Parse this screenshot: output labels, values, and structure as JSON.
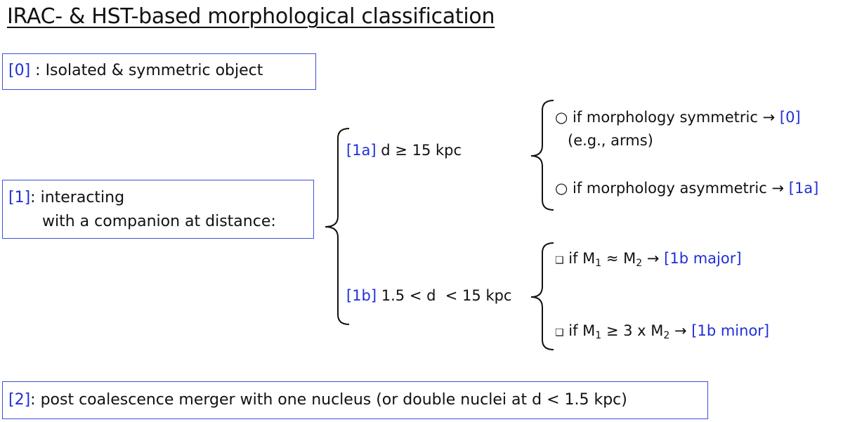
{
  "title": "IRAC- & HST-based morphological classification",
  "class0": {
    "tag": "[0]",
    "text": " : Isolated & symmetric object"
  },
  "class1": {
    "tag": "[1]",
    "line1": ": interacting",
    "line2": "with a companion at distance:"
  },
  "class1a": {
    "tag": "[1a]",
    "text": " d ≥ 15 kpc",
    "opt_sym": {
      "bullet": "○",
      "text": " if morphology symmetric ",
      "arrow": "→",
      "result": "[0]",
      "note": "(e.g., arms)"
    },
    "opt_asym": {
      "bullet": "○",
      "text": " if morphology asymmetric ",
      "arrow": "→",
      "result": "[1a]"
    }
  },
  "class1b": {
    "tag": "[1b]",
    "text": " 1.5 < d  < 15 kpc",
    "opt_major": {
      "bullet": "❑",
      "pre": " if M",
      "sub1": "1",
      "mid": " ≈ M",
      "sub2": "2",
      "arrow": " → ",
      "result": "[1b major]"
    },
    "opt_minor": {
      "bullet": "❑",
      "pre": " if M",
      "sub1": "1",
      "mid": " ≥ 3 x M",
      "sub2": "2",
      "arrow": " → ",
      "result": "[1b minor]"
    }
  },
  "class2": {
    "tag": "[2]",
    "text": ": post coalescence merger with one nucleus (or double nuclei at d < 1.5 kpc)"
  },
  "colors": {
    "tag": "#1f2fd8",
    "box_border": "#3a52d6",
    "text": "#111111"
  }
}
